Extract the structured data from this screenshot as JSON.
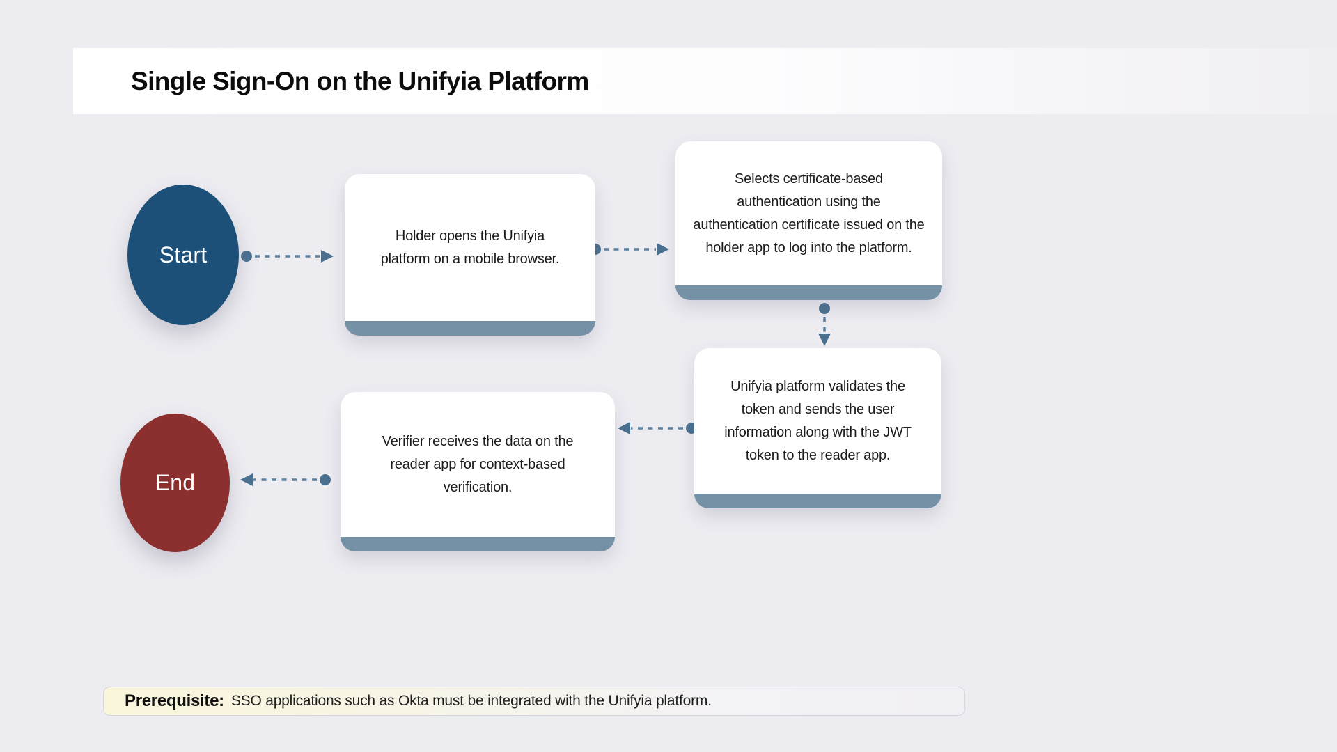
{
  "title": "Single Sign-On on the Unifyia Platform",
  "colors": {
    "background": "#edecf1",
    "start_node": "#1c5078",
    "end_node": "#8b2f2f",
    "card_footer": "#7591a6",
    "connector": "#5a7e9b",
    "connector_solid": "#4a708f",
    "note_bg": "#faf6dc",
    "note_border": "#d5d5dc"
  },
  "flow": {
    "start_label": "Start",
    "end_label": "End",
    "steps": [
      {
        "id": "step-1",
        "lines": [
          "Holder opens the Unifyia",
          "platform on a mobile browser."
        ]
      },
      {
        "id": "step-2",
        "lines": [
          "Selects certificate-based",
          "authentication using the",
          "authentication certificate issued on the",
          "holder app to log into the platform."
        ]
      },
      {
        "id": "step-3",
        "lines": [
          "Unifyia platform validates the",
          "token and sends the user",
          "information along with the JWT",
          "token to the reader app."
        ]
      },
      {
        "id": "step-4",
        "lines": [
          "Verifier receives the data on the",
          "reader app for context-based",
          "verification."
        ]
      }
    ]
  },
  "note": {
    "label": "Prerequisite:",
    "text": "SSO applications such as Okta must be integrated with the Unifyia platform."
  }
}
